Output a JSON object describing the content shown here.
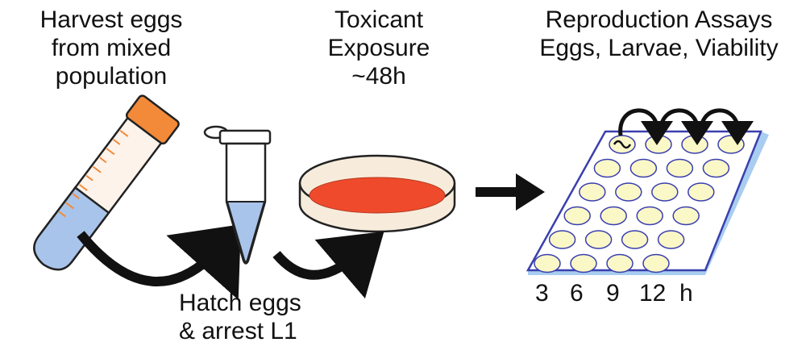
{
  "steps": {
    "harvest": {
      "line1": "Harvest eggs",
      "line2": "from mixed",
      "line3": "population"
    },
    "toxicant": {
      "line1": "Toxicant",
      "line2": "Exposure",
      "line3": "~48h"
    },
    "reproduction": {
      "line1": "Reproduction Assays",
      "line2": "Eggs, Larvae, Viability"
    },
    "hatch": {
      "line1": "Hatch eggs",
      "line2": "& arrest L1"
    }
  },
  "timepoints": {
    "t1": "3",
    "t2": "6",
    "t3": "9",
    "t4": "12",
    "unit": "h"
  },
  "colors": {
    "cap": "#f28a3a",
    "liquid": "#a9c4ea",
    "dish_medium": "#ef4a2c",
    "dish_wall": "#f7ecdc",
    "plate_well": "#fbf8c8",
    "plate_border": "#3a3fae",
    "plate_edge": "#a8cdf0",
    "arrow": "#111111"
  },
  "icons": {
    "tube": "conical-tube-icon",
    "microtube": "microcentrifuge-tube-icon",
    "dish": "petri-dish-icon",
    "plate": "well-plate-icon",
    "worm": "worm-icon"
  }
}
